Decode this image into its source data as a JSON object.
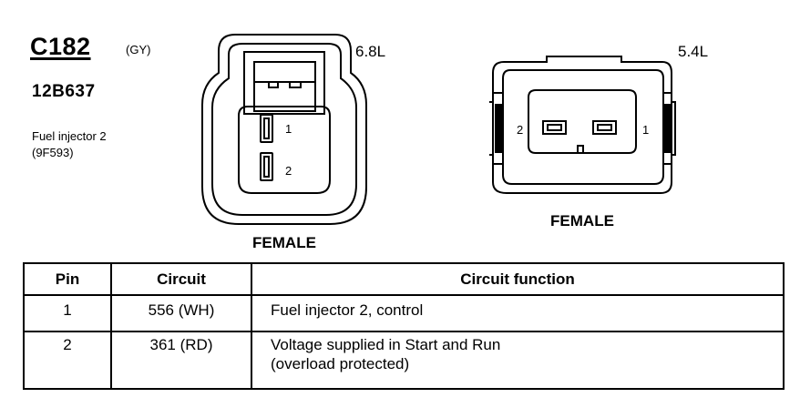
{
  "header": {
    "connector_id": "C182",
    "color_code": "(GY)",
    "part_number": "12B637",
    "component_line1": "Fuel injector 2",
    "component_line2": "(9F593)"
  },
  "connectors": [
    {
      "engine": "6.8L",
      "gender": "FEMALE",
      "pin_labels": [
        "1",
        "2"
      ]
    },
    {
      "engine": "5.4L",
      "gender": "FEMALE",
      "pin_labels": [
        "2",
        "1"
      ]
    }
  ],
  "table": {
    "headers": [
      "Pin",
      "Circuit",
      "Circuit function"
    ],
    "rows": [
      {
        "pin": "1",
        "circuit": "556 (WH)",
        "function_lines": [
          "Fuel injector 2, control"
        ]
      },
      {
        "pin": "2",
        "circuit": "361 (RD)",
        "function_lines": [
          "Voltage supplied in Start and Run",
          "(overload protected)"
        ]
      }
    ]
  }
}
